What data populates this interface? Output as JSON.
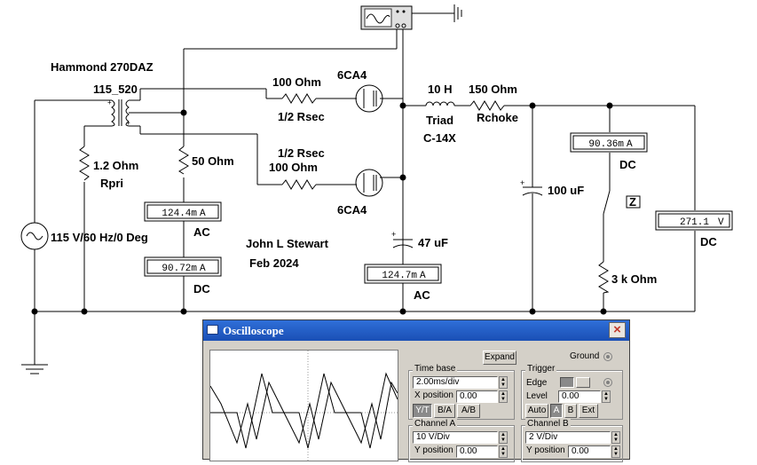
{
  "schematic": {
    "transformer_label": "Hammond 270DAZ",
    "transformer_part": "115_520",
    "rpri_value": "1.2  Ohm",
    "rpri_name": "Rpri",
    "r50_value": "50  Ohm",
    "rsec_top_value": "100  Ohm",
    "rsec_top_name": "1/2 Rsec",
    "rsec_bot_name": "1/2 Rsec",
    "rsec_bot_value": "100  Ohm",
    "tube_top": "6CA4",
    "tube_bot": "6CA4",
    "choke_value": "10 H",
    "choke_name_1": "Triad",
    "choke_name_2": "C-14X",
    "rchoke_value": "150  Ohm",
    "rchoke_name": "Rchoke",
    "cap_100": "100 uF",
    "cap_47": "47 uF",
    "r3k_value": "3 k Ohm",
    "switch_key": "Z",
    "source_label": "115 V/60 Hz/0 Deg",
    "author": "John L Stewart",
    "date": "Feb 2024"
  },
  "meters": {
    "m1": {
      "reading": "124.4m",
      "unit": "A",
      "mode": "AC"
    },
    "m2": {
      "reading": "90.72m",
      "unit": "A",
      "mode": "DC"
    },
    "m3": {
      "reading": "124.7m",
      "unit": "A",
      "mode": "AC"
    },
    "m4": {
      "reading": "90.36m",
      "unit": "A",
      "mode": "DC"
    },
    "m5": {
      "reading": "271.1",
      "unit": "V",
      "mode": "DC"
    }
  },
  "oscilloscope": {
    "title": "Oscilloscope",
    "close": "×",
    "expand": "Expand",
    "ground": "Ground",
    "timebase": {
      "title": "Time base",
      "value": "2.00ms/div",
      "xpos_label": "X position",
      "xpos_value": "0.00",
      "modes": [
        "Y/T",
        "B/A",
        "A/B"
      ]
    },
    "trigger": {
      "title": "Trigger",
      "edge_label": "Edge",
      "level_label": "Level",
      "level_value": "0.00",
      "sources": [
        "Auto",
        "A",
        "B",
        "Ext"
      ]
    },
    "channel_a": {
      "title": "Channel A",
      "value": "10  V/Div",
      "ypos_label": "Y position",
      "ypos_value": "0.00"
    },
    "channel_b": {
      "title": "Channel B",
      "value": "2  V/Div",
      "ypos_label": "Y position",
      "ypos_value": "0.00"
    }
  }
}
